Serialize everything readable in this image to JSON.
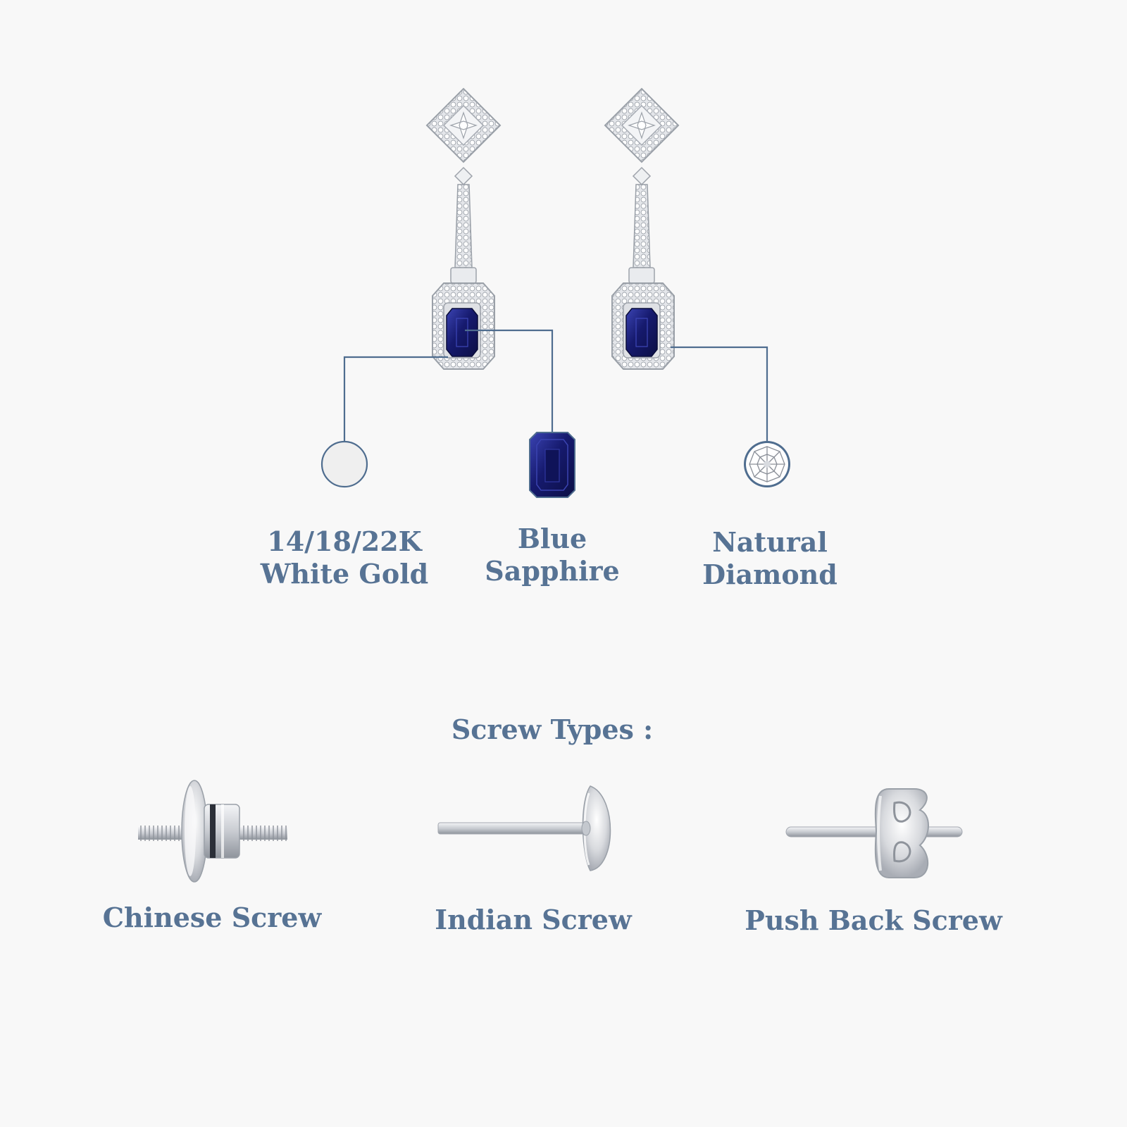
{
  "materials": [
    {
      "line1": "14/18/22K",
      "line2": "White Gold"
    },
    {
      "line1": "Blue",
      "line2": "Sapphire"
    },
    {
      "line1": "Natural",
      "line2": "Diamond"
    }
  ],
  "screw_section": {
    "title": "Screw Types :",
    "types": [
      "Chinese Screw",
      "Indian Screw",
      "Push Back Screw"
    ]
  },
  "colors": {
    "background": "#f8f8f8",
    "label_text": "#577394",
    "connector_line": "#4f6d8f",
    "sapphire": "#1b1f7a",
    "metal": "#d9dbe0"
  }
}
